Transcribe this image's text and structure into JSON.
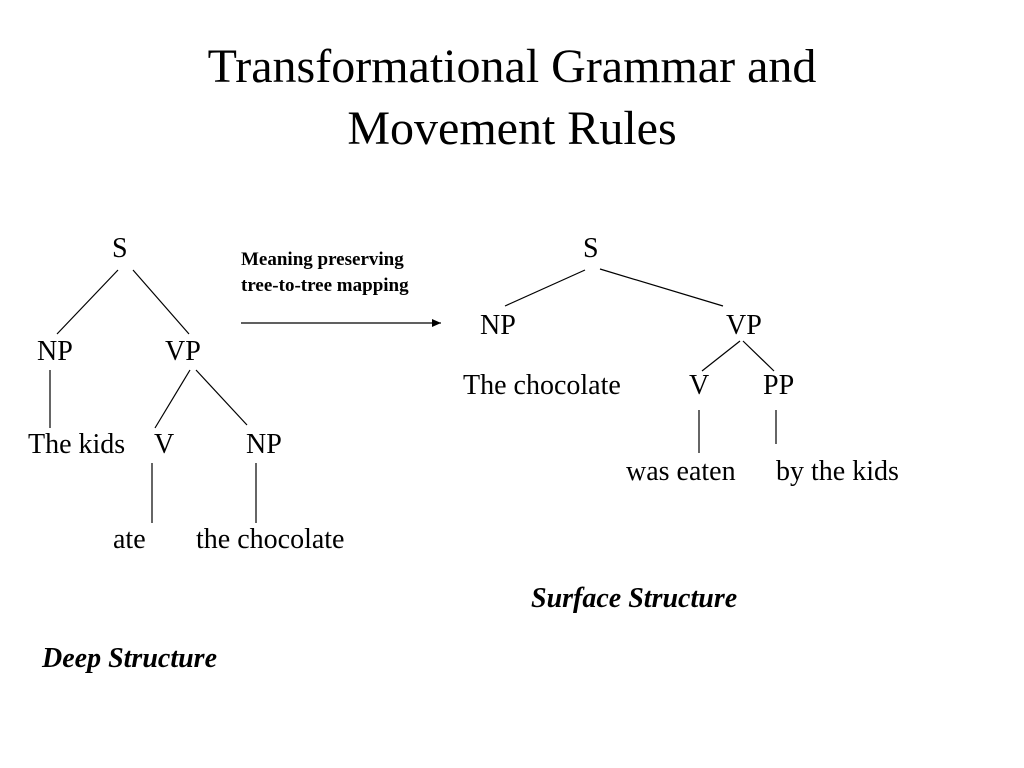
{
  "slide": {
    "title_line1": "Transformational Grammar and",
    "title_line2": "Movement Rules"
  },
  "mapping": {
    "label_line1": "Meaning preserving",
    "label_line2": "tree-to-tree mapping"
  },
  "deep_tree": {
    "s": "S",
    "np": "NP",
    "vp": "VP",
    "np_text": "The kids",
    "v": "V",
    "np2": "NP",
    "v_text": "ate",
    "np2_text": "the chocolate",
    "caption": "Deep Structure"
  },
  "surface_tree": {
    "s": "S",
    "np": "NP",
    "vp": "VP",
    "np_text": "The chocolate",
    "v": "V",
    "pp": "PP",
    "v_text": "was eaten",
    "pp_text": "by the kids",
    "caption": "Surface Structure"
  }
}
